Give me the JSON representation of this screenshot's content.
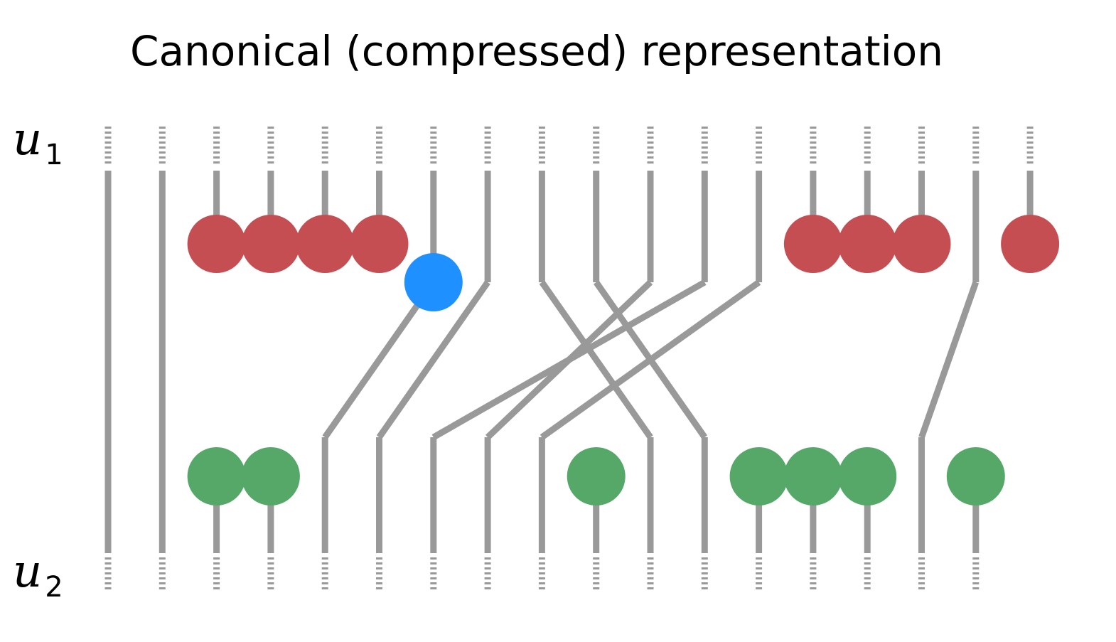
{
  "title": "Canonical (compressed) representation",
  "labels": {
    "u1_var": "u",
    "u1_sub": "1",
    "u2_var": "u",
    "u2_sub": "2"
  },
  "colors": {
    "line": "#999999",
    "top_marker": "#c44e52",
    "bottom_marker": "#55a868",
    "highlight_marker": "#1e90ff"
  },
  "diagram": {
    "top_row": [
      {
        "marker": "none"
      },
      {
        "marker": "none"
      },
      {
        "marker": "red"
      },
      {
        "marker": "red"
      },
      {
        "marker": "red"
      },
      {
        "marker": "red"
      },
      {
        "marker": "blue"
      },
      {
        "marker": "none"
      },
      {
        "marker": "none"
      },
      {
        "marker": "none"
      },
      {
        "marker": "none"
      },
      {
        "marker": "none"
      },
      {
        "marker": "none"
      },
      {
        "marker": "red"
      },
      {
        "marker": "red"
      },
      {
        "marker": "red"
      },
      {
        "marker": "none"
      },
      {
        "marker": "red"
      }
    ],
    "bottom_row": [
      {
        "marker": "none"
      },
      {
        "marker": "none"
      },
      {
        "marker": "green"
      },
      {
        "marker": "green"
      },
      {
        "marker": "none"
      },
      {
        "marker": "none"
      },
      {
        "marker": "none"
      },
      {
        "marker": "none"
      },
      {
        "marker": "none"
      },
      {
        "marker": "green"
      },
      {
        "marker": "none"
      },
      {
        "marker": "none"
      },
      {
        "marker": "green"
      },
      {
        "marker": "green"
      },
      {
        "marker": "green"
      },
      {
        "marker": "none"
      },
      {
        "marker": "green"
      }
    ],
    "connections": [
      [
        0,
        0
      ],
      [
        1,
        1
      ],
      [
        6,
        4
      ],
      [
        7,
        5
      ],
      [
        8,
        10
      ],
      [
        9,
        11
      ],
      [
        10,
        7
      ],
      [
        11,
        6
      ],
      [
        12,
        8
      ],
      [
        16,
        15
      ]
    ]
  }
}
